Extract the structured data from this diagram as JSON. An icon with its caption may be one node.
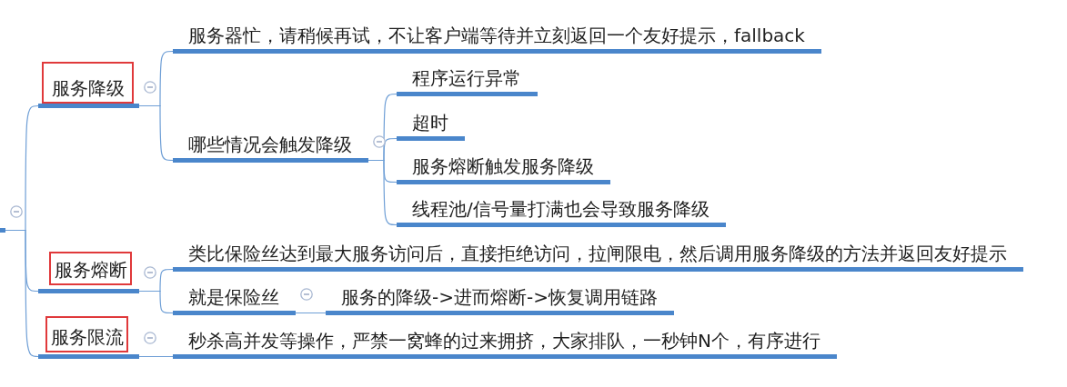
{
  "diagram": {
    "nodes": [
      {
        "text": [],
        "shape": "bar"
      },
      {
        "text": [
          "服务降级"
        ]
      },
      {
        "text": [
          "服务器忙，请稍候再试，不让客户端等待并立刻返回一个友好提示，fallback"
        ]
      },
      {
        "text": [
          "哪些情况会触发降级"
        ]
      },
      {
        "text": [
          "程序运行异常"
        ]
      },
      {
        "text": [
          "超时"
        ]
      },
      {
        "text": [
          "服务熔断触发服务降级"
        ]
      },
      {
        "text": [
          "线程池/信号量打满也会导致服务降级"
        ]
      },
      {
        "text": [
          "服务熔断"
        ]
      },
      {
        "text": [
          "类比保险丝达到最大服务访问后，直接拒绝访问，拉闸限电，然后调用服务降级的方法并返回友好提示"
        ]
      },
      {
        "text": [
          "就是保险丝"
        ]
      },
      {
        "text": [
          "服务的降级->进而熔断->恢复调用链路"
        ]
      },
      {
        "text": [
          "服务限流"
        ]
      },
      {
        "text": [
          "秒杀高并发等操作，严禁一窝蜂的过来拥挤，大家排队，一秒钟N个，有序进行"
        ]
      }
    ],
    "edges": [
      {
        "from": 0,
        "to": 1,
        "arrow": "none"
      },
      {
        "from": 0,
        "to": 8,
        "arrow": "none"
      },
      {
        "from": 0,
        "to": 12,
        "arrow": "none"
      },
      {
        "from": 1,
        "to": 2,
        "arrow": "none"
      },
      {
        "from": 1,
        "to": 3,
        "arrow": "none"
      },
      {
        "from": 3,
        "to": 4,
        "arrow": "none"
      },
      {
        "from": 3,
        "to": 5,
        "arrow": "none"
      },
      {
        "from": 3,
        "to": 6,
        "arrow": "none"
      },
      {
        "from": 3,
        "to": 7,
        "arrow": "none"
      },
      {
        "from": 8,
        "to": 9,
        "arrow": "none"
      },
      {
        "from": 8,
        "to": 10,
        "arrow": "none"
      },
      {
        "from": 10,
        "to": 11,
        "arrow": "none"
      },
      {
        "from": 12,
        "to": 13,
        "arrow": "none"
      }
    ]
  }
}
